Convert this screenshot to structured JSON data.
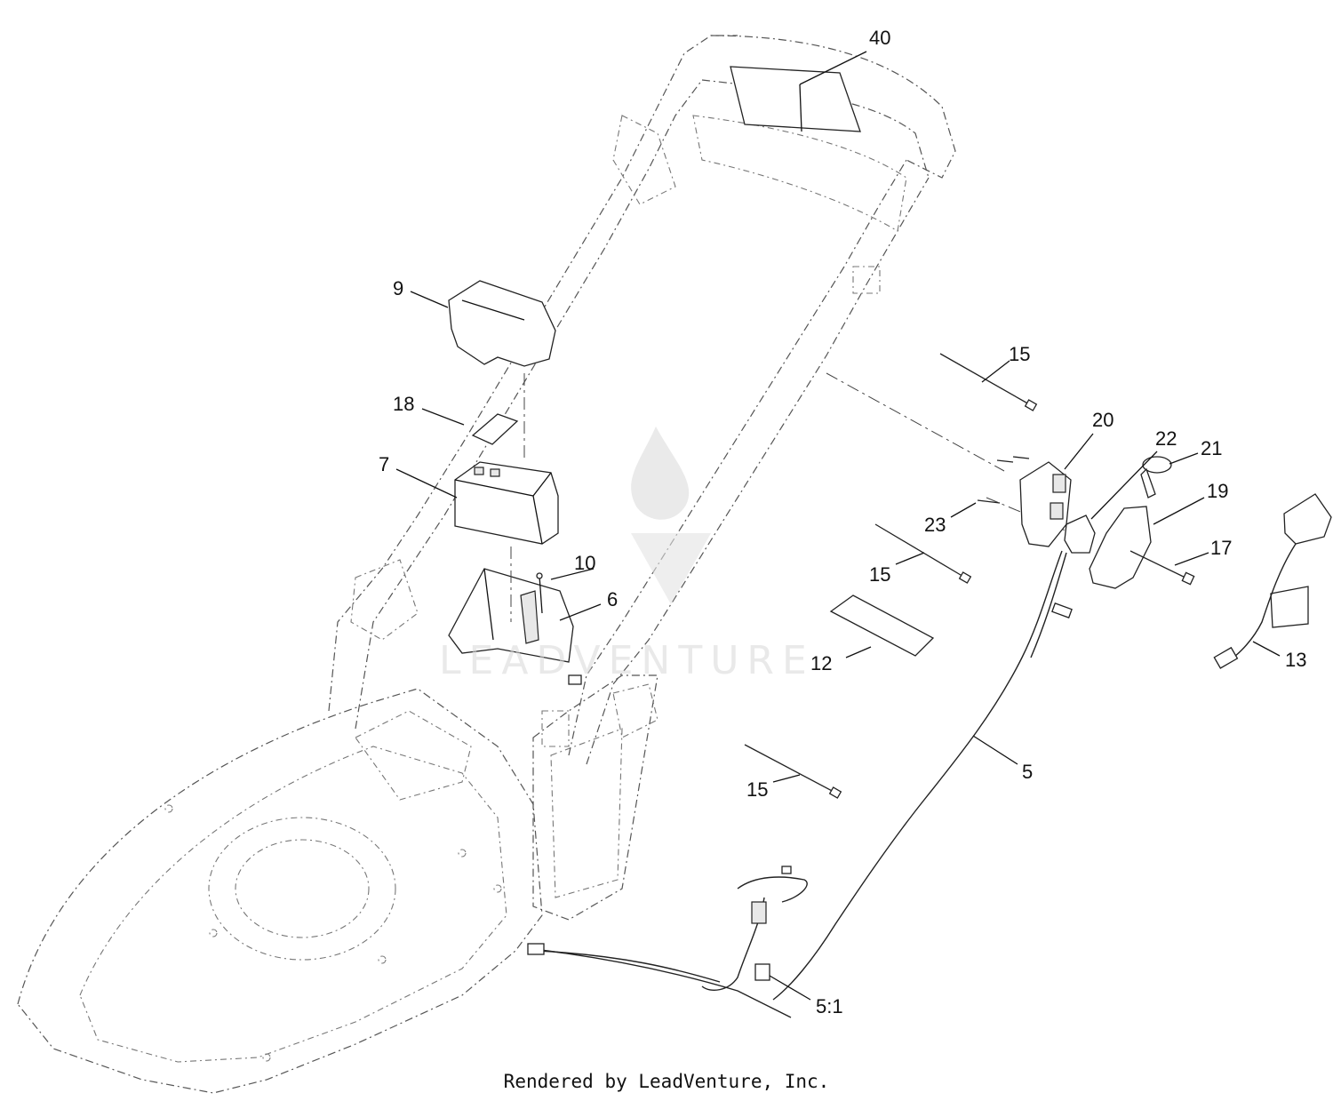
{
  "watermark": {
    "text": "LEADVENTURE"
  },
  "footer": {
    "credit": "Rendered by LeadVenture, Inc."
  },
  "callouts": [
    {
      "id": "c40",
      "label": "40"
    },
    {
      "id": "c9",
      "label": "9"
    },
    {
      "id": "c18",
      "label": "18"
    },
    {
      "id": "c7",
      "label": "7"
    },
    {
      "id": "c10",
      "label": "10"
    },
    {
      "id": "c6",
      "label": "6"
    },
    {
      "id": "c15a",
      "label": "15"
    },
    {
      "id": "c20",
      "label": "20"
    },
    {
      "id": "c22",
      "label": "22"
    },
    {
      "id": "c21",
      "label": "21"
    },
    {
      "id": "c19",
      "label": "19"
    },
    {
      "id": "c23",
      "label": "23"
    },
    {
      "id": "c15b",
      "label": "15"
    },
    {
      "id": "c17",
      "label": "17"
    },
    {
      "id": "c12",
      "label": "12"
    },
    {
      "id": "c13",
      "label": "13"
    },
    {
      "id": "c5",
      "label": "5"
    },
    {
      "id": "c15c",
      "label": "15"
    },
    {
      "id": "c51",
      "label": "5:1"
    }
  ]
}
